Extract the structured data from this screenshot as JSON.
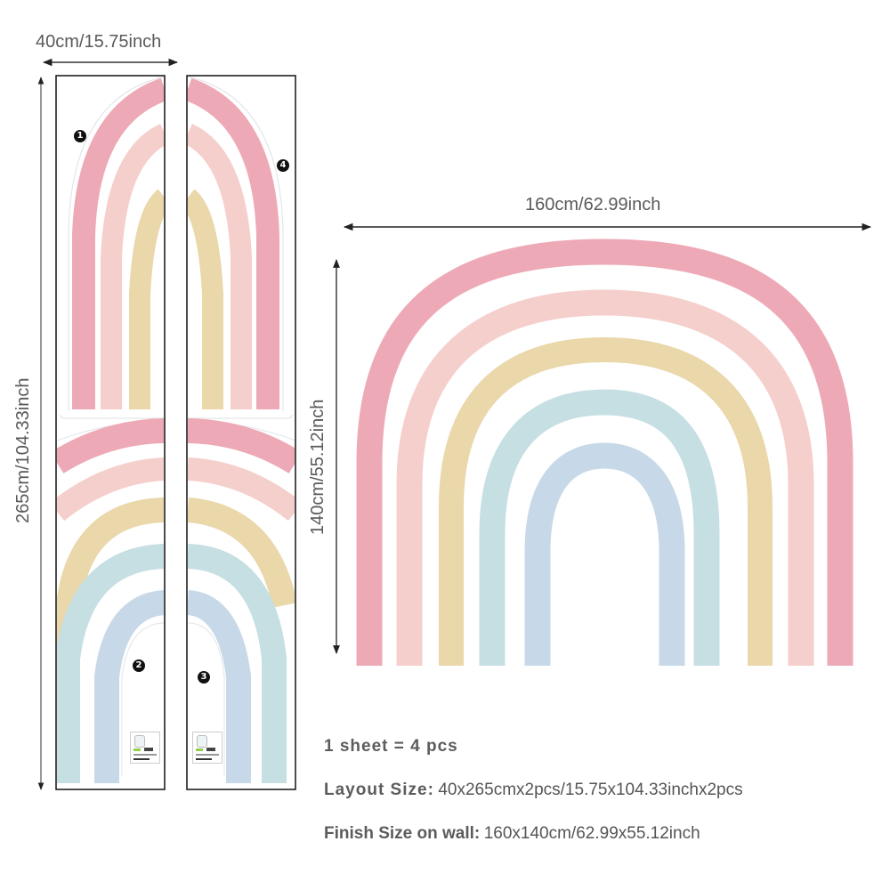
{
  "layout_section": {
    "width_label": "40cm/15.75inch",
    "height_label": "265cm/104.33inch",
    "pieces": [
      {
        "number": "1",
        "position": "top-left"
      },
      {
        "number": "4",
        "position": "top-right"
      },
      {
        "number": "2",
        "position": "bottom-left"
      },
      {
        "number": "3",
        "position": "bottom-right"
      }
    ]
  },
  "finished_section": {
    "width_label": "160cm/62.99inch",
    "height_label": "140cm/55.12inch"
  },
  "colors": {
    "band_1_pink": "#eea9b6",
    "band_2_light_pink": "#f5cfcc",
    "band_3_beige": "#ead7aa",
    "band_4_teal": "#c6dfe3",
    "band_5_light_blue": "#c7d9e8",
    "text": "#555555",
    "panel_border": "#111111"
  },
  "specs": {
    "sheet": {
      "text": "1 sheet = 4 pcs"
    },
    "layout_size": {
      "label": "Layout Size:",
      "value": "40x265cmx2pcs/15.75x104.33inchx2pcs"
    },
    "finish_size": {
      "label": "Finish Size on wall:",
      "value": "160x140cm/62.99x55.12inch"
    }
  }
}
